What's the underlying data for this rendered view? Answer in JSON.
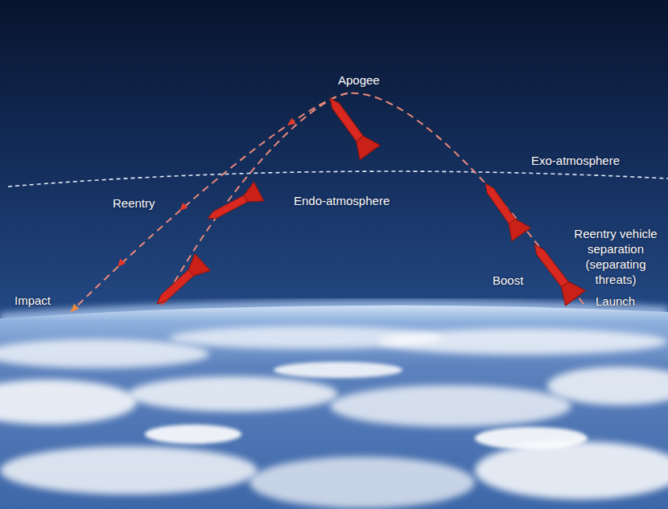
{
  "diagram": {
    "labels": [
      "Apogee",
      "Exo-atmosphere",
      "Reentry",
      "Endo-atmosphere",
      "Reentry vehicle separation (separating threats)",
      "Boost",
      "Impact",
      "Launch"
    ]
  }
}
